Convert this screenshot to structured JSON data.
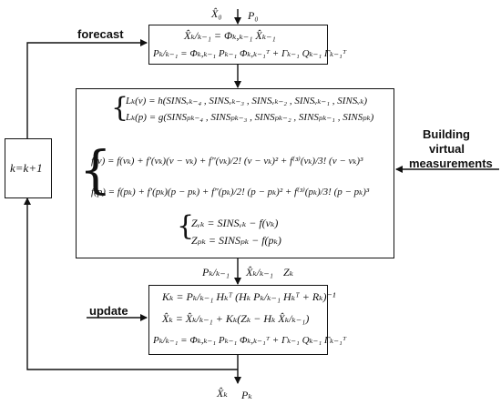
{
  "inputs": {
    "x0": "X̂₀",
    "p0": "P₀"
  },
  "forecast": {
    "label": "forecast",
    "eq1": "X̂ₖ/ₖ₋₁ = Φₖ,ₖ₋₁ X̂ₖ₋₁",
    "eq2": "Pₖ/ₖ₋₁ = Φₖ,ₖ₋₁ Pₖ₋₁ Φₖ,ₖ₋₁ᵀ + Γₖ₋₁ Qₖ₋₁ Γₖ₋₁ᵀ"
  },
  "virtual": {
    "label_line1": "Building",
    "label_line2": "virtual",
    "label_line3": "measurements",
    "L1": "Lₖ(v) = h(SINSᵥₖ₋₄ , SINSᵥₖ₋₃ , SINSᵥₖ₋₂ , SINSᵥₖ₋₁ , SINSᵥₖ)",
    "L2": "Lₖ(p) = g(SINSₚₖ₋₄ , SINSₚₖ₋₃ , SINSₚₖ₋₂ , SINSₚₖ₋₁ , SINSₚₖ)",
    "F1": "f(v) = f(vₖ) + f′(vₖ)(v − vₖ) + f″(vₖ)/2! (v − vₖ)² + f⁽³⁾(vₖ)/3! (v − vₖ)³",
    "F2": "f(p) = f(pₖ) + f′(pₖ)(p − pₖ) + f″(pₖ)/2! (p − pₖ)² + f⁽³⁾(pₖ)/3! (p − pₖ)³",
    "Z1": "Zᵥₖ = SINSᵥₖ − f(vₖ)",
    "Z2": "Zₚₖ = SINSₚₖ − f(pₖ)"
  },
  "between": {
    "p": "Pₖ/ₖ₋₁",
    "x": "X̂ₖ/ₖ₋₁",
    "z": "Zₖ"
  },
  "update": {
    "label": "update",
    "eq1": "Kₖ = Pₖ/ₖ₋₁ Hₖᵀ (Hₖ Pₖ/ₖ₋₁ Hₖᵀ + Rₖ)⁻¹",
    "eq2": "X̂ₖ = X̂ₖ/ₖ₋₁ + Kₖ(Zₖ − Hₖ X̂ₖ/ₖ₋₁)",
    "eq3": "Pₖ/ₖ₋₁ = Φₖ,ₖ₋₁ Pₖ₋₁ Φₖ,ₖ₋₁ᵀ + Γₖ₋₁ Qₖ₋₁ Γₖ₋₁ᵀ"
  },
  "loop": {
    "label": "k=k+1"
  },
  "outputs": {
    "x": "X̂ₖ",
    "p": "Pₖ"
  }
}
